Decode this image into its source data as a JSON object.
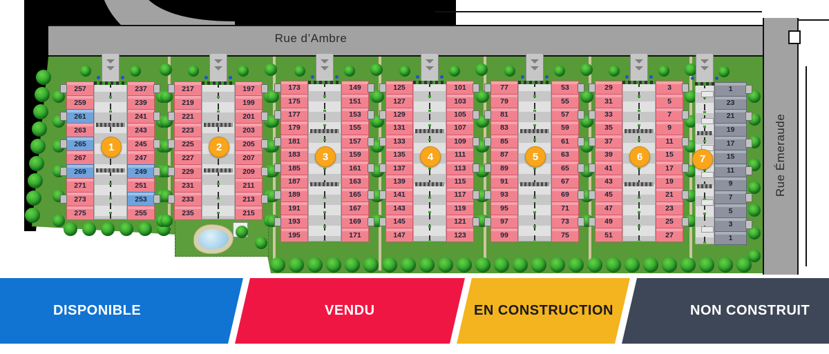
{
  "map": {
    "street_top": "Rue d’Ambre",
    "street_right": "Rue Émeraude"
  },
  "legend": {
    "items": [
      {
        "id": "disponible",
        "label": "DISPONIBLE",
        "color": "#1173d2",
        "text_color": "#ffffff"
      },
      {
        "id": "vendu",
        "label": "VENDU",
        "color": "#f01643",
        "text_color": "#ffffff"
      },
      {
        "id": "en_construction",
        "label": "EN CONSTRUCTION",
        "color": "#f4b41f",
        "text_color": "#1a1a1a"
      },
      {
        "id": "non_construit",
        "label": "NON CONSTRUIT",
        "color": "#3d4757",
        "text_color": "#ffffff"
      }
    ]
  },
  "status_codes": {
    "v": "vendu",
    "d": "disponible",
    "c": "en_construction",
    "n": "non_construit"
  },
  "lot_status_colors": {
    "disponible": {
      "fill": "#6ea3db",
      "border": "#3f74b4",
      "top": "#9dc1e8"
    },
    "vendu": {
      "fill": "#f2818e",
      "border": "#d4556a",
      "top": "#f6a3ad"
    },
    "en_construction": {
      "fill": "#f4b41f",
      "border": "#c78d0a",
      "top": "#f8cb5e"
    },
    "non_construit": {
      "fill": "#8d929e",
      "border": "#626774",
      "top": "#aab0ba"
    }
  },
  "blocks": [
    {
      "number": "1",
      "columns": [
        [
          [
            "257",
            "v"
          ],
          [
            "259",
            "v"
          ],
          [
            "261",
            "d"
          ],
          [
            "263",
            "v"
          ],
          [
            "265",
            "d"
          ],
          [
            "267",
            "v"
          ],
          [
            "269",
            "d"
          ],
          [
            "271",
            "v"
          ],
          [
            "273",
            "v"
          ],
          [
            "275",
            "v"
          ]
        ],
        [
          [
            "237",
            "v"
          ],
          [
            "239",
            "v"
          ],
          [
            "241",
            "v"
          ],
          [
            "243",
            "v"
          ],
          [
            "245",
            "v"
          ],
          [
            "247",
            "v"
          ],
          [
            "249",
            "d"
          ],
          [
            "251",
            "v"
          ],
          [
            "253",
            "d"
          ],
          [
            "255",
            "v"
          ]
        ]
      ]
    },
    {
      "number": "2",
      "columns": [
        [
          [
            "217",
            "v"
          ],
          [
            "219",
            "v"
          ],
          [
            "221",
            "v"
          ],
          [
            "223",
            "v"
          ],
          [
            "225",
            "v"
          ],
          [
            "227",
            "v"
          ],
          [
            "229",
            "v"
          ],
          [
            "231",
            "v"
          ],
          [
            "233",
            "v"
          ],
          [
            "235",
            "v"
          ]
        ],
        [
          [
            "197",
            "v"
          ],
          [
            "199",
            "v"
          ],
          [
            "201",
            "v"
          ],
          [
            "203",
            "v"
          ],
          [
            "205",
            "v"
          ],
          [
            "207",
            "v"
          ],
          [
            "209",
            "v"
          ],
          [
            "211",
            "v"
          ],
          [
            "213",
            "v"
          ],
          [
            "215",
            "v"
          ]
        ]
      ]
    },
    {
      "number": "3",
      "columns": [
        [
          [
            "173",
            "v"
          ],
          [
            "175",
            "v"
          ],
          [
            "177",
            "v"
          ],
          [
            "179",
            "v"
          ],
          [
            "181",
            "v"
          ],
          [
            "183",
            "v"
          ],
          [
            "185",
            "v"
          ],
          [
            "187",
            "v"
          ],
          [
            "189",
            "v"
          ],
          [
            "191",
            "v"
          ],
          [
            "193",
            "v"
          ],
          [
            "195",
            "v"
          ]
        ],
        [
          [
            "149",
            "v"
          ],
          [
            "151",
            "v"
          ],
          [
            "153",
            "v"
          ],
          [
            "155",
            "v"
          ],
          [
            "157",
            "v"
          ],
          [
            "159",
            "v"
          ],
          [
            "161",
            "v"
          ],
          [
            "163",
            "v"
          ],
          [
            "165",
            "v"
          ],
          [
            "167",
            "v"
          ],
          [
            "169",
            "v"
          ],
          [
            "171",
            "v"
          ]
        ]
      ]
    },
    {
      "number": "4",
      "columns": [
        [
          [
            "125",
            "v"
          ],
          [
            "127",
            "v"
          ],
          [
            "129",
            "v"
          ],
          [
            "131",
            "v"
          ],
          [
            "133",
            "v"
          ],
          [
            "135",
            "v"
          ],
          [
            "137",
            "v"
          ],
          [
            "139",
            "v"
          ],
          [
            "141",
            "v"
          ],
          [
            "143",
            "v"
          ],
          [
            "145",
            "v"
          ],
          [
            "147",
            "v"
          ]
        ],
        [
          [
            "101",
            "v"
          ],
          [
            "103",
            "v"
          ],
          [
            "105",
            "v"
          ],
          [
            "107",
            "v"
          ],
          [
            "109",
            "v"
          ],
          [
            "111",
            "v"
          ],
          [
            "113",
            "v"
          ],
          [
            "115",
            "v"
          ],
          [
            "117",
            "v"
          ],
          [
            "119",
            "v"
          ],
          [
            "121",
            "v"
          ],
          [
            "123",
            "v"
          ]
        ]
      ]
    },
    {
      "number": "5",
      "columns": [
        [
          [
            "77",
            "v"
          ],
          [
            "79",
            "v"
          ],
          [
            "81",
            "v"
          ],
          [
            "83",
            "v"
          ],
          [
            "85",
            "v"
          ],
          [
            "87",
            "v"
          ],
          [
            "89",
            "v"
          ],
          [
            "91",
            "v"
          ],
          [
            "93",
            "v"
          ],
          [
            "95",
            "v"
          ],
          [
            "97",
            "v"
          ],
          [
            "99",
            "v"
          ]
        ],
        [
          [
            "53",
            "v"
          ],
          [
            "55",
            "v"
          ],
          [
            "57",
            "v"
          ],
          [
            "59",
            "v"
          ],
          [
            "61",
            "v"
          ],
          [
            "63",
            "v"
          ],
          [
            "65",
            "v"
          ],
          [
            "67",
            "v"
          ],
          [
            "69",
            "v"
          ],
          [
            "71",
            "v"
          ],
          [
            "73",
            "v"
          ],
          [
            "75",
            "v"
          ]
        ]
      ]
    },
    {
      "number": "6",
      "columns": [
        [
          [
            "29",
            "v"
          ],
          [
            "31",
            "v"
          ],
          [
            "33",
            "v"
          ],
          [
            "35",
            "v"
          ],
          [
            "37",
            "v"
          ],
          [
            "39",
            "v"
          ],
          [
            "41",
            "v"
          ],
          [
            "43",
            "v"
          ],
          [
            "45",
            "v"
          ],
          [
            "47",
            "v"
          ],
          [
            "49",
            "v"
          ],
          [
            "51",
            "v"
          ]
        ],
        [
          [
            "3",
            "v"
          ],
          [
            "5",
            "v"
          ],
          [
            "7",
            "v"
          ],
          [
            "9",
            "v"
          ],
          [
            "11",
            "v"
          ],
          [
            "15",
            "v"
          ],
          [
            "17",
            "v"
          ],
          [
            "19",
            "v"
          ],
          [
            "21",
            "v"
          ],
          [
            "23",
            "v"
          ],
          [
            "25",
            "v"
          ],
          [
            "27",
            "v"
          ]
        ]
      ]
    },
    {
      "number": "7",
      "columns": [
        [
          [
            "1",
            "n"
          ],
          [
            "23",
            "n"
          ],
          [
            "21",
            "n"
          ],
          [
            "19",
            "n"
          ],
          [
            "17",
            "n"
          ],
          [
            "15",
            "n"
          ],
          [
            "11",
            "n"
          ],
          [
            "9",
            "n"
          ],
          [
            "7",
            "n"
          ],
          [
            "5",
            "n"
          ],
          [
            "3",
            "n"
          ],
          [
            "1",
            "n"
          ]
        ]
      ]
    }
  ]
}
